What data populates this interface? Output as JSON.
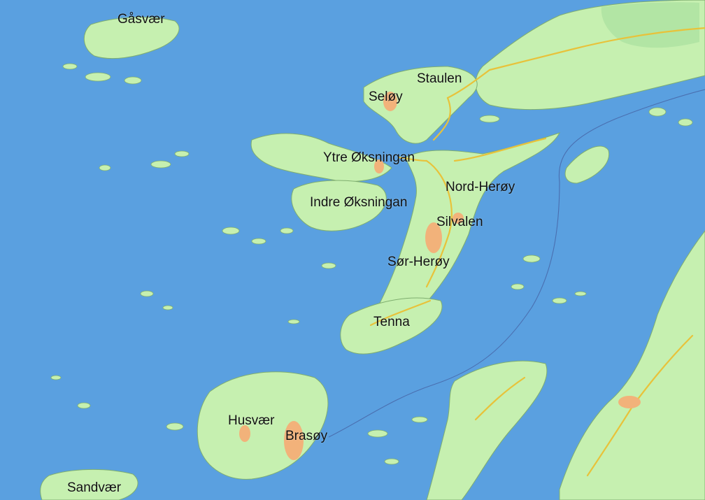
{
  "map": {
    "colors": {
      "sea": "#5aa0e0",
      "land": "#c6f0b0",
      "land_edge": "#7fae6f",
      "settlement": "#f2b27a",
      "road": "#e8c23a",
      "ferry_route": "#4a6fb0",
      "forest_hills": "#a9dfa0"
    },
    "labels": [
      {
        "id": "gasvaer",
        "text": "Gåsvær"
      },
      {
        "id": "staulen",
        "text": "Staulen"
      },
      {
        "id": "seloy",
        "text": "Seløy"
      },
      {
        "id": "ytre-oksningan",
        "text": "Ytre Øksningan"
      },
      {
        "id": "nord-heroy",
        "text": "Nord-Herøy"
      },
      {
        "id": "indre-oksningan",
        "text": "Indre Øksningan"
      },
      {
        "id": "silvalen",
        "text": "Silvalen"
      },
      {
        "id": "sor-heroy",
        "text": "Sør-Herøy"
      },
      {
        "id": "tenna",
        "text": "Tenna"
      },
      {
        "id": "husvaer",
        "text": "Husvær"
      },
      {
        "id": "brasoy",
        "text": "Brasøy"
      },
      {
        "id": "sandvaer",
        "text": "Sandvær"
      }
    ]
  }
}
